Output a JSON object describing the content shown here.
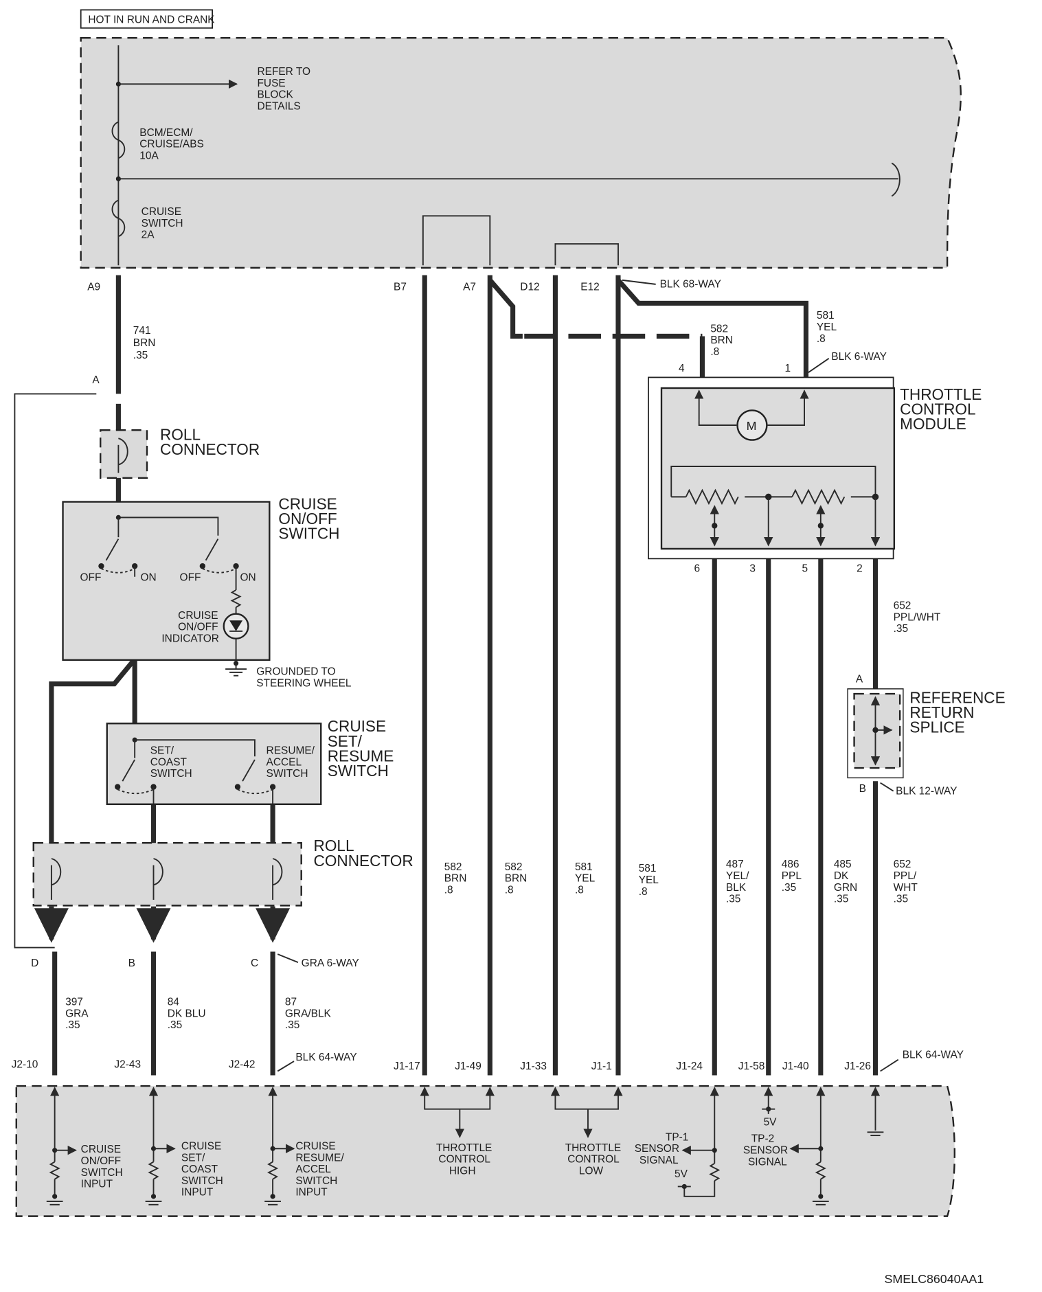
{
  "header": {
    "power_label": "HOT IN RUN AND CRANK",
    "drawing_code": "SMELC86040AA1"
  },
  "fuse_block": {
    "refer_note": [
      "REFER TO",
      "FUSE",
      "BLOCK",
      "DETAILS"
    ],
    "fuse1": [
      "BCM/ECM/",
      "CRUISE/ABS",
      "10A"
    ],
    "fuse2": [
      "CRUISE",
      "SWITCH",
      "2A"
    ]
  },
  "top_pins": {
    "a9": "A9",
    "b7": "B7",
    "a7": "A7",
    "d12": "D12",
    "e12": "E12",
    "connector": "BLK 68-WAY"
  },
  "wires": {
    "w741": [
      "741",
      "BRN",
      ".35"
    ],
    "w582_top": [
      "582",
      "BRN",
      ".8"
    ],
    "w581_top": [
      "581",
      "YEL",
      ".8"
    ],
    "w652_top": [
      "652",
      "PPL/WHT",
      ".35"
    ],
    "w582_a": [
      "582",
      "BRN",
      ".8"
    ],
    "w582_b": [
      "582",
      "BRN",
      ".8"
    ],
    "w581_a": [
      "581",
      "YEL",
      ".8"
    ],
    "w581_b": [
      "581",
      "YEL",
      ".8"
    ],
    "w487": [
      "487",
      "YEL/",
      "BLK",
      ".35"
    ],
    "w486": [
      "486",
      "PPL",
      ".35"
    ],
    "w485": [
      "485",
      "DK",
      "GRN",
      ".35"
    ],
    "w652_low": [
      "652",
      "PPL/",
      "WHT",
      ".35"
    ],
    "w397": [
      "397",
      "GRA",
      ".35"
    ],
    "w84": [
      "84",
      "DK BLU",
      ".35"
    ],
    "w87": [
      "87",
      "GRA/BLK",
      ".35"
    ]
  },
  "throttle_module": {
    "title": [
      "THROTTLE",
      "CONTROL",
      "MODULE"
    ],
    "connector": "BLK 6-WAY",
    "pin4": "4",
    "pin1": "1",
    "pin6": "6",
    "pin3": "3",
    "pin5": "5",
    "pin2": "2",
    "motor": "M"
  },
  "steering": {
    "pin_a": "A",
    "roll_connector": [
      "ROLL",
      "CONNECTOR"
    ],
    "onoff_switch": [
      "CRUISE",
      "ON/OFF",
      "SWITCH"
    ],
    "off1": "OFF",
    "on1": "ON",
    "off2": "OFF",
    "on2": "ON",
    "indicator": [
      "CRUISE",
      "ON/OFF",
      "INDICATOR"
    ],
    "ground_note": [
      "GROUNDED TO",
      "STEERING WHEEL"
    ],
    "setres_switch": [
      "CRUISE",
      "SET/",
      "RESUME",
      "SWITCH"
    ],
    "set_coast": [
      "SET/",
      "COAST",
      "SWITCH"
    ],
    "resume_accel": [
      "RESUME/",
      "ACCEL",
      "SWITCH"
    ],
    "roll_connector2": [
      "ROLL",
      "CONNECTOR"
    ],
    "pin_d": "D",
    "pin_b": "B",
    "pin_c": "C",
    "gra_connector": "GRA 6-WAY"
  },
  "splice": {
    "title": [
      "REFERENCE",
      "RETURN",
      "SPLICE"
    ],
    "pin_a": "A",
    "pin_b": "B",
    "connector": "BLK 12-WAY"
  },
  "bottom_pins": {
    "j2_10": "J2-10",
    "j2_43": "J2-43",
    "j2_42": "J2-42",
    "left_connector": "BLK 64-WAY",
    "j1_17": "J1-17",
    "j1_49": "J1-49",
    "j1_33": "J1-33",
    "j1_1": "J1-1",
    "j1_24": "J1-24",
    "j1_58": "J1-58",
    "j1_40": "J1-40",
    "j1_26": "J1-26",
    "right_connector": "BLK 64-WAY"
  },
  "ecm": {
    "onoff_input": [
      "CRUISE",
      "ON/OFF",
      "SWITCH",
      "INPUT"
    ],
    "setcoast_input": [
      "CRUISE",
      "SET/",
      "COAST",
      "SWITCH",
      "INPUT"
    ],
    "resume_input": [
      "CRUISE",
      "RESUME/",
      "ACCEL",
      "SWITCH",
      "INPUT"
    ],
    "tc_high": [
      "THROTTLE",
      "CONTROL",
      "HIGH"
    ],
    "tc_low": [
      "THROTTLE",
      "CONTROL",
      "LOW"
    ],
    "tp1": [
      "TP-1",
      "SENSOR",
      "SIGNAL"
    ],
    "tp1_5v": "5V",
    "tp2": [
      "TP-2",
      "SENSOR",
      "SIGNAL"
    ],
    "tp2_5v": "5V"
  }
}
